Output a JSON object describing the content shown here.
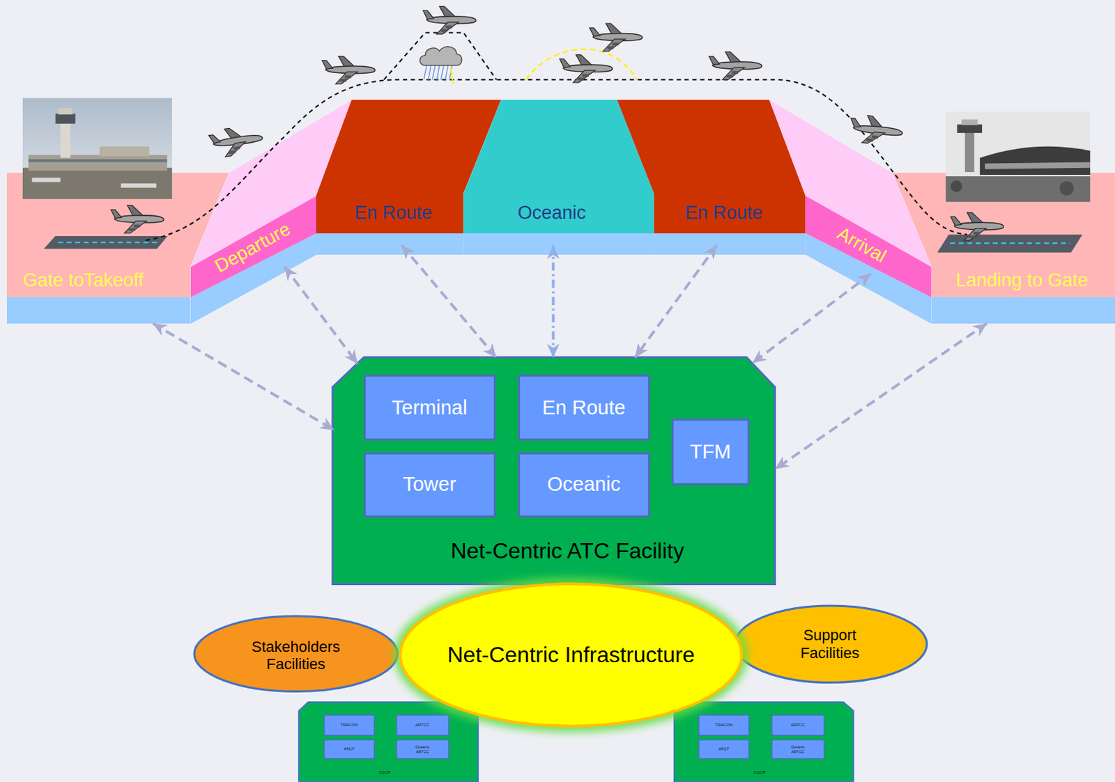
{
  "diagram": {
    "nodes": [
      {
        "text": [
          "Gate toTakeoff"
        ]
      },
      {
        "text": [
          "Departure"
        ]
      },
      {
        "text": [
          "En Route"
        ]
      },
      {
        "text": [
          "Oceanic"
        ]
      },
      {
        "text": [
          "En Route"
        ]
      },
      {
        "text": [
          "Arrival"
        ]
      },
      {
        "text": [
          "Landing to Gate"
        ]
      },
      {
        "text": [
          "Net-Centric ATC Facility"
        ]
      },
      {
        "text": [
          "Terminal"
        ],
        "in": 7
      },
      {
        "text": [
          "En Route"
        ],
        "in": 7
      },
      {
        "text": [
          "TFM"
        ],
        "in": 7
      },
      {
        "text": [
          "Tower"
        ],
        "in": 7
      },
      {
        "text": [
          "Oceanic"
        ],
        "in": 7
      },
      {
        "text": [
          "Stakeholders Facilities"
        ]
      },
      {
        "text": [
          "Net-Centric Infrastructure"
        ]
      },
      {
        "text": [
          "Support Facilities"
        ]
      },
      {
        "text": [
          "GSOP"
        ]
      },
      {
        "text": [
          "TRACON"
        ],
        "in": 16
      },
      {
        "text": [
          "ARTCC"
        ],
        "in": 16
      },
      {
        "text": [
          "ATCT"
        ],
        "in": 16
      },
      {
        "text": [
          "Oceanic ARTCC"
        ],
        "in": 16
      },
      {
        "text": [
          "GSOP"
        ]
      },
      {
        "text": [
          "TRACON"
        ],
        "in": 21
      },
      {
        "text": [
          "ARTCC"
        ],
        "in": 21
      },
      {
        "text": [
          "ATCT"
        ],
        "in": 21
      },
      {
        "text": [
          "Oceanic ARTCC"
        ],
        "in": 21
      }
    ],
    "edges": [
      {
        "from": 0,
        "to": 7,
        "arrow": "both"
      },
      {
        "from": 1,
        "to": 7,
        "arrow": "both"
      },
      {
        "from": 2,
        "to": 7,
        "arrow": "both"
      },
      {
        "from": 3,
        "to": 7,
        "arrow": "both"
      },
      {
        "from": 4,
        "to": 7,
        "arrow": "both"
      },
      {
        "from": 5,
        "to": 7,
        "arrow": "both"
      },
      {
        "from": 6,
        "to": 7,
        "arrow": "both"
      }
    ]
  }
}
